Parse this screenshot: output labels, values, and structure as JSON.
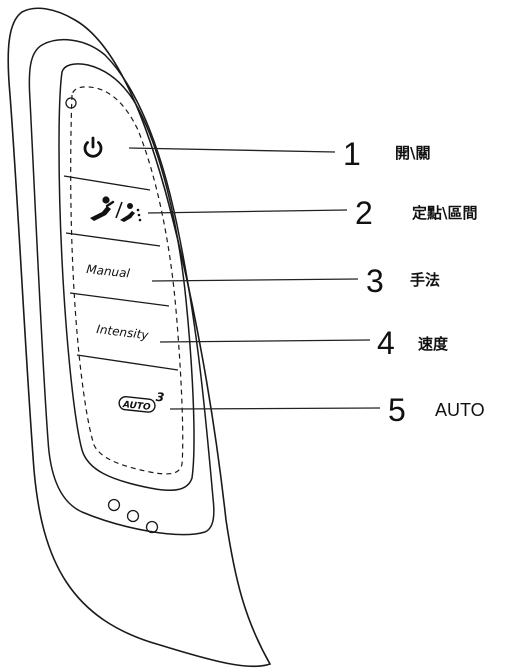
{
  "buttons": [
    {
      "id": 1,
      "icon": "power-icon",
      "label": ""
    },
    {
      "id": 2,
      "icon": "massage-point-zone-icon",
      "label": ""
    },
    {
      "id": 3,
      "icon": "",
      "label": "Manual"
    },
    {
      "id": 4,
      "icon": "",
      "label": "Intensity"
    },
    {
      "id": 5,
      "icon": "auto-badge-icon",
      "label": "AUTO",
      "superscript": "3"
    }
  ],
  "callouts": [
    {
      "number": "1",
      "label": "開\\關"
    },
    {
      "number": "2",
      "label": "定點\\區間"
    },
    {
      "number": "3",
      "label": "手法"
    },
    {
      "number": "4",
      "label": "速度"
    },
    {
      "number": "5",
      "label": "AUTO"
    }
  ],
  "colors": {
    "stroke": "#1a1a1a",
    "background": "#ffffff"
  }
}
